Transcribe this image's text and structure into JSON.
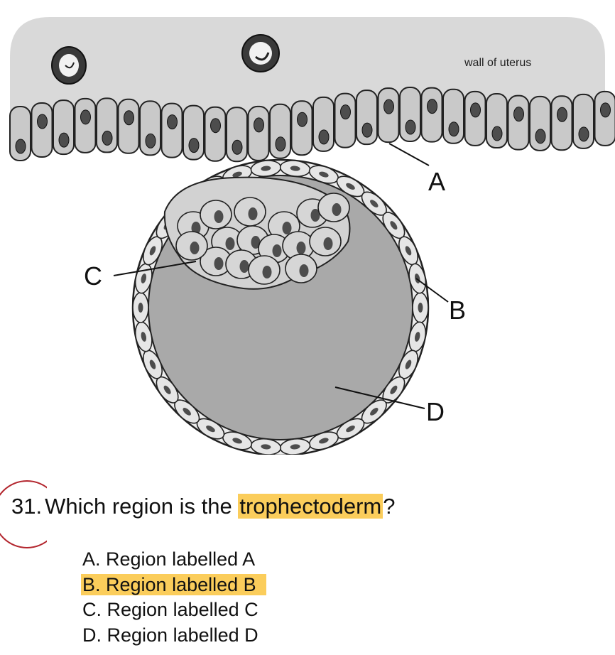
{
  "diagram": {
    "wall_label": "wall of uterus",
    "labels": {
      "a": "A",
      "b": "B",
      "c": "C",
      "d": "D"
    },
    "colors": {
      "uterus": "#d9d9d9",
      "cell": "#c9c9c9",
      "cavity": "#a9a9a9",
      "nucleus": "#4d4d4d",
      "outline": "#222222"
    }
  },
  "question": {
    "number": "31.",
    "text_before": "Which region is the ",
    "highlight": "trophectoderm",
    "text_after": "?",
    "highlight_color": "#fbcd5b",
    "circle_color": "#b3262e"
  },
  "options": [
    {
      "text": "A. Region labelled A",
      "selected": false
    },
    {
      "text": "B. Region labelled B",
      "selected": true
    },
    {
      "text": "C. Region labelled C",
      "selected": false
    },
    {
      "text": "D. Region labelled D",
      "selected": false
    }
  ]
}
